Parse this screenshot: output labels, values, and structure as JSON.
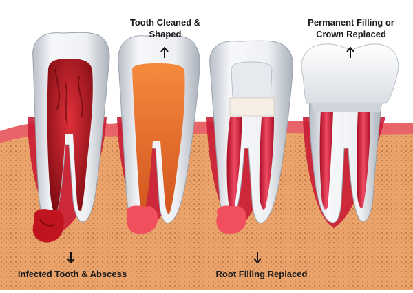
{
  "labels": {
    "tooth_cleaned": [
      "Tooth Cleaned &",
      "Shaped"
    ],
    "permanent_filling": [
      "Permanent Filling or",
      "Crown Replaced"
    ],
    "infected_tooth": "Infected Tooth & Abscess",
    "root_filling": "Root Filling Replaced"
  },
  "colors": {
    "gum_base": "#e8a06a",
    "gum_dots": "#c97b45",
    "gum_edge": "#d8344c",
    "tooth_white": "#f2f4f6",
    "tooth_shade": "#c9ced6",
    "pulp_red": "#b5121b",
    "pulp_orange": "#e8692a",
    "root_red": "#d8243f",
    "abscess": "#c0141f"
  },
  "icons": {
    "up_arrow": "arrow-up-icon",
    "down_arrow": "arrow-down-icon"
  }
}
